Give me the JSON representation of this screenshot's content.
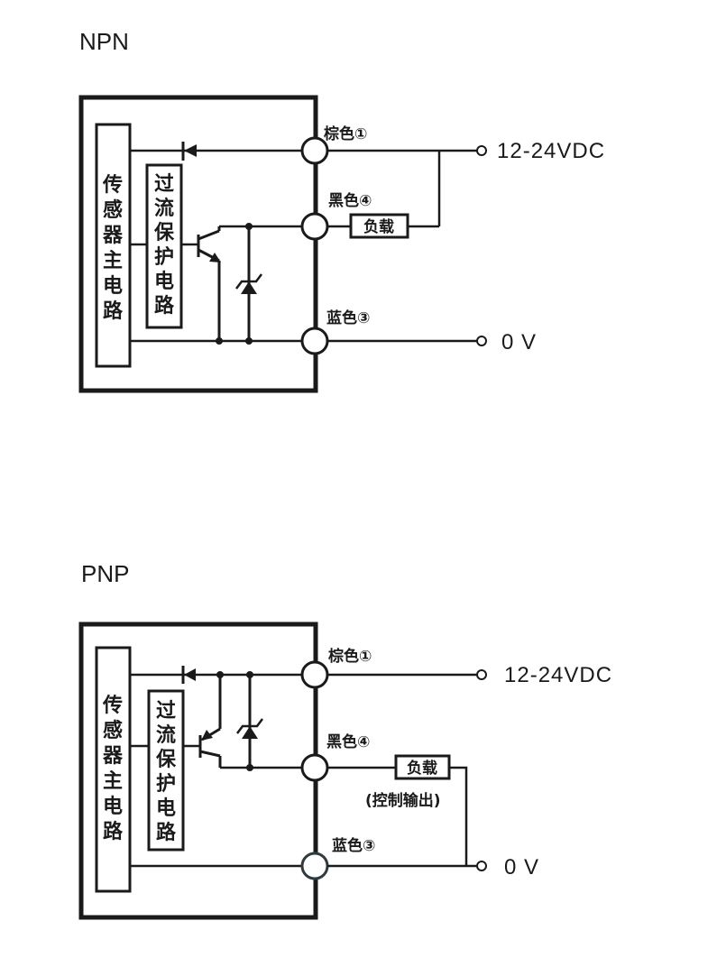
{
  "diagrams": [
    {
      "id": "npn",
      "title": "NPN",
      "main_circuit_label": [
        "传",
        "感",
        "器",
        "主",
        "电",
        "路"
      ],
      "protection_label": [
        "过",
        "流",
        "保",
        "护",
        "电",
        "路"
      ],
      "wires": [
        {
          "name": "brown",
          "label": "棕色①"
        },
        {
          "name": "black",
          "label": "黑色④"
        },
        {
          "name": "blue",
          "label": "蓝色③"
        }
      ],
      "load_label": "负载",
      "supply_label": "12-24VDC",
      "ground_label": "0 V"
    },
    {
      "id": "pnp",
      "title": "PNP",
      "main_circuit_label": [
        "传",
        "感",
        "器",
        "主",
        "电",
        "路"
      ],
      "protection_label": [
        "过",
        "流",
        "保",
        "护",
        "电",
        "路"
      ],
      "wires": [
        {
          "name": "brown",
          "label": "棕色①"
        },
        {
          "name": "black",
          "label": "黑色④"
        },
        {
          "name": "blue",
          "label": "蓝色③"
        }
      ],
      "load_label": "负载",
      "control_output_label": "(控制输出)",
      "supply_label": "12-24VDC",
      "ground_label": "0 V"
    }
  ],
  "colors": {
    "line": "#1a1a1a",
    "background": "#ffffff"
  }
}
